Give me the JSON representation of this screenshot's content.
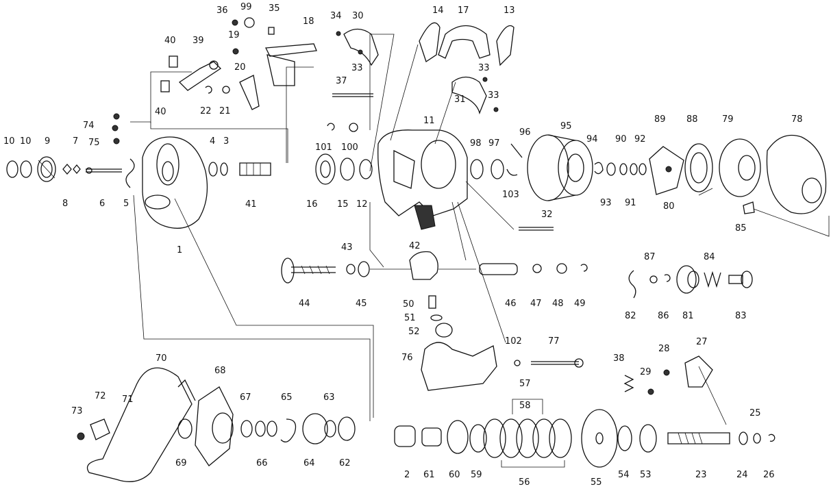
{
  "diagram": {
    "labels": [
      "1",
      "2",
      "3",
      "4",
      "5",
      "6",
      "7",
      "8",
      "9",
      "10",
      "10",
      "11",
      "12",
      "13",
      "14",
      "15",
      "16",
      "17",
      "18",
      "19",
      "20",
      "21",
      "22",
      "23",
      "24",
      "25",
      "26",
      "27",
      "28",
      "29",
      "30",
      "31",
      "32",
      "33",
      "33",
      "33",
      "34",
      "35",
      "36",
      "37",
      "38",
      "40",
      "40",
      "39",
      "41",
      "42",
      "43",
      "44",
      "45",
      "46",
      "47",
      "48",
      "49",
      "50",
      "51",
      "52",
      "53",
      "54",
      "55",
      "56",
      "57",
      "58",
      "59",
      "60",
      "61",
      "62",
      "63",
      "64",
      "65",
      "66",
      "67",
      "68",
      "69",
      "70",
      "71",
      "72",
      "73",
      "74",
      "75",
      "76",
      "77",
      "78",
      "79",
      "80",
      "81",
      "82",
      "83",
      "84",
      "85",
      "86",
      "87",
      "88",
      "89",
      "90",
      "91",
      "92",
      "93",
      "94",
      "95",
      "96",
      "97",
      "98",
      "99",
      "100",
      "101",
      "102",
      "103"
    ]
  }
}
